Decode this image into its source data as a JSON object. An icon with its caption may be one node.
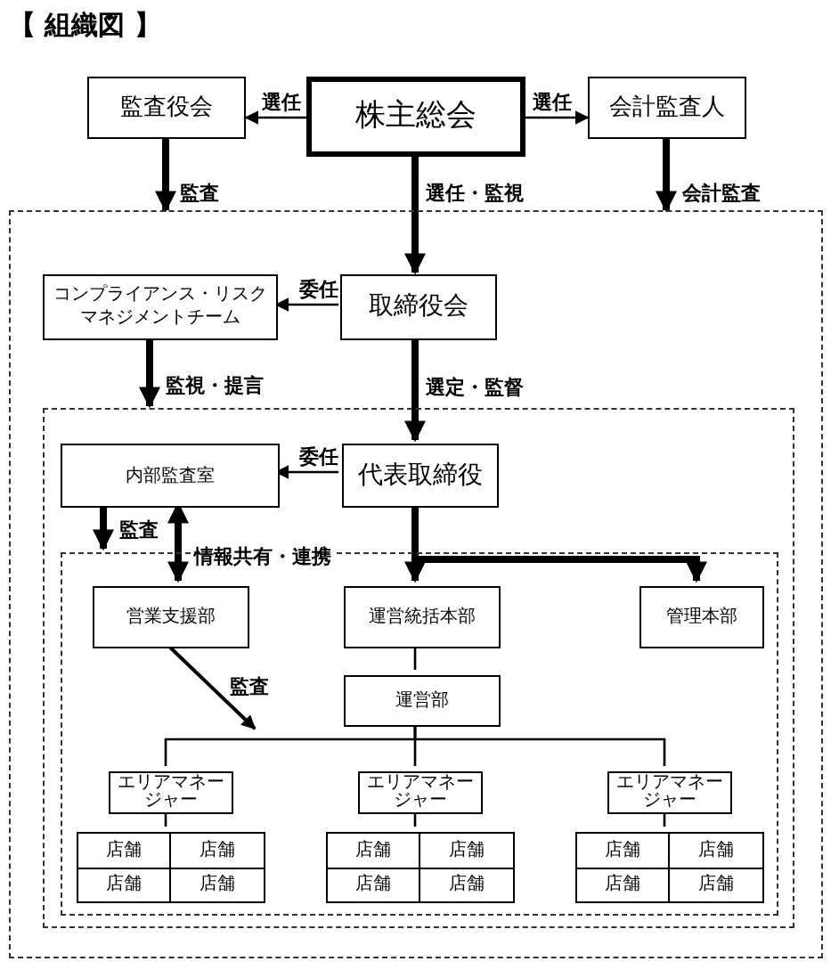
{
  "diagram": {
    "title": "【 組織図 】",
    "nodes": [
      {
        "text": [
          "監査役会"
        ]
      },
      {
        "text": [
          "株主総会"
        ]
      },
      {
        "text": [
          "会計監査人"
        ]
      },
      {
        "text": [],
        "shape": "box"
      },
      {
        "text": [
          "コンプライアンス・リスクマネジメントチーム"
        ],
        "in": 3
      },
      {
        "text": [
          "取締役会"
        ],
        "in": 3
      },
      {
        "text": [],
        "shape": "box",
        "in": 3
      },
      {
        "text": [
          "内部監査室"
        ],
        "in": 6
      },
      {
        "text": [
          "代表取締役"
        ],
        "in": 6
      },
      {
        "text": [],
        "shape": "box",
        "in": 6
      },
      {
        "text": [
          "営業支援部"
        ],
        "in": 9
      },
      {
        "text": [
          "運営統括本部"
        ],
        "in": 9
      },
      {
        "text": [
          "管理本部"
        ],
        "in": 9
      },
      {
        "text": [
          "運営部"
        ],
        "in": 9
      },
      {
        "text": [
          "エリアマネージャー"
        ],
        "in": 9
      },
      {
        "text": [
          "エリアマネージャー"
        ],
        "in": 9
      },
      {
        "text": [
          "エリアマネージャー"
        ],
        "in": 9
      },
      {
        "text": [
          "店舗",
          "店舗",
          "店舗",
          "店舗"
        ],
        "in": 9
      },
      {
        "text": [
          "店舗",
          "店舗",
          "店舗",
          "店舗"
        ],
        "in": 9
      },
      {
        "text": [
          "店舗",
          "店舗",
          "店舗",
          "店舗"
        ],
        "in": 9
      }
    ],
    "edges": [
      {
        "from": 1,
        "to": 0,
        "arrow": "to",
        "label": "選任"
      },
      {
        "from": 1,
        "to": 2,
        "arrow": "to",
        "label": "選任"
      },
      {
        "from": 0,
        "to": 3,
        "arrow": "to",
        "label": "監査",
        "style": "thick"
      },
      {
        "from": 2,
        "to": 3,
        "arrow": "to",
        "label": "会計監査",
        "style": "thick"
      },
      {
        "from": 1,
        "to": 5,
        "arrow": "to",
        "label": "選任・監視",
        "style": "thick"
      },
      {
        "from": 5,
        "to": 4,
        "arrow": "to",
        "label": "委任"
      },
      {
        "from": 4,
        "to": 6,
        "arrow": "to",
        "label": "監視・提言",
        "style": "thick"
      },
      {
        "from": 5,
        "to": 8,
        "arrow": "to",
        "label": "選定・監督",
        "style": "thick"
      },
      {
        "from": 8,
        "to": 7,
        "arrow": "to",
        "label": "委任"
      },
      {
        "from": 7,
        "to": 9,
        "arrow": "to",
        "label": "監査",
        "style": "thick"
      },
      {
        "from": 7,
        "to": 10,
        "arrow": "both",
        "label": "情報共有・連携",
        "style": "thick"
      },
      {
        "from": 8,
        "to": 11,
        "arrow": "to",
        "style": "thick"
      },
      {
        "from": 8,
        "to": 12,
        "arrow": "to",
        "style": "thick"
      },
      {
        "from": 11,
        "to": 13,
        "arrow": "none"
      },
      {
        "from": 13,
        "to": 14,
        "arrow": "none"
      },
      {
        "from": 13,
        "to": 15,
        "arrow": "none"
      },
      {
        "from": 13,
        "to": 16,
        "arrow": "none"
      },
      {
        "from": 14,
        "to": 17,
        "arrow": "none"
      },
      {
        "from": 15,
        "to": 18,
        "arrow": "none"
      },
      {
        "from": 16,
        "to": 19,
        "arrow": "none"
      },
      {
        "from": 10,
        "to": 14,
        "arrow": "to",
        "label": "監査"
      }
    ]
  }
}
